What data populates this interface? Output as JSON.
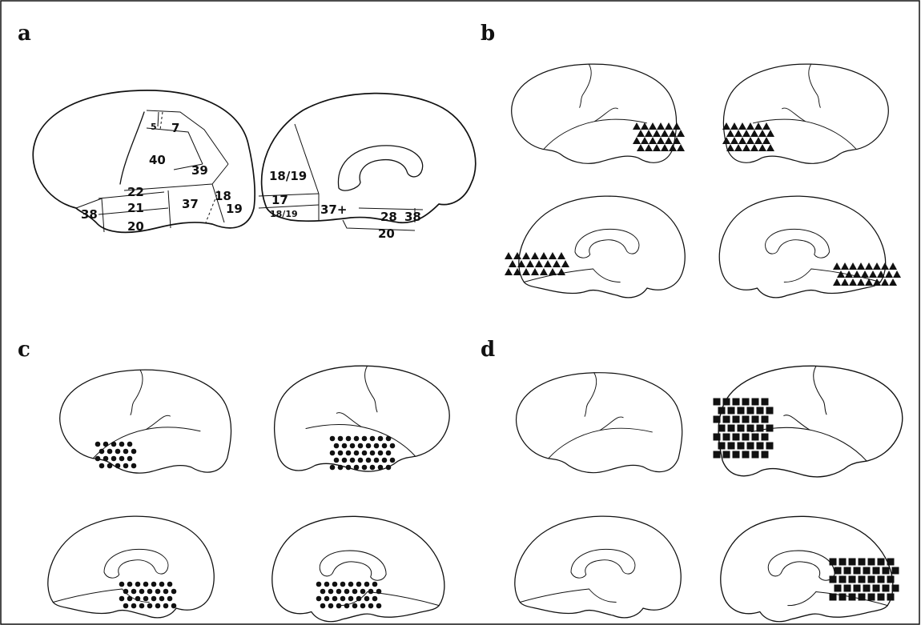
{
  "panels": {
    "a": {
      "letter": "a",
      "lateral_areas": [
        "5",
        "7",
        "40",
        "39",
        "22",
        "21",
        "37",
        "18",
        "19",
        "38",
        "20"
      ],
      "medial_areas": [
        "18/19",
        "17",
        "18/19",
        "37+",
        "28",
        "38",
        "20"
      ]
    },
    "b": {
      "letter": "b",
      "marker": "triangle-icon",
      "shaded_regions": [
        "left-lateral-temporo-occipital",
        "right-lateral-temporal",
        "left-medial-occipital",
        "right-medial-occipital"
      ]
    },
    "c": {
      "letter": "c",
      "marker": "dot-icon",
      "shaded_regions": [
        "left-lateral-anterior-temporal",
        "right-lateral-anterior-temporal",
        "left-medial-temporal",
        "right-medial-temporal"
      ]
    },
    "d": {
      "letter": "d",
      "marker": "square-icon",
      "shaded_regions": [
        "right-lateral-parieto-occipital",
        "right-medial-occipital"
      ]
    }
  },
  "colors": {
    "ink": "#111111",
    "background": "#ffffff"
  }
}
